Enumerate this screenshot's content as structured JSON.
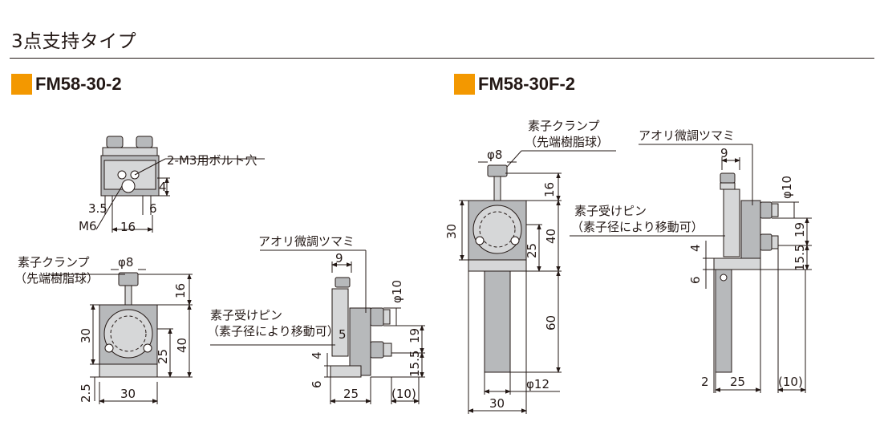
{
  "page_title": "3点支持タイプ",
  "accent_color": "#f39800",
  "line_color": "#231815",
  "body_color": "#b7b9bb",
  "models": [
    {
      "heading": "FM58-30-2",
      "labels": {
        "mount_holes": "2-M3用ボルト穴",
        "screw": "M6",
        "clamp_line1": "素子クランプ",
        "clamp_line2": "（先端樹脂球）",
        "adjust": "アオリ微調ツマミ",
        "pin_line1": "素子受けピン",
        "pin_line2": "（素子径により移動可）"
      },
      "dims": {
        "d_3_5": "3.5",
        "d_6": "6",
        "d_16_base": "16",
        "d_4_top": "4",
        "phi8": "φ8",
        "d_16": "16",
        "d_30_h": "30",
        "d_25": "25",
        "d_40": "40",
        "d_2_5": "2.5",
        "d_30_w": "30",
        "d_9": "9",
        "phi10": "φ10",
        "d_5": "5",
        "d_19": "19",
        "d_4": "4",
        "d_15_5": "15.5",
        "d_6_side": "6",
        "d_25_side": "25",
        "d_10": "(10)"
      }
    },
    {
      "heading": "FM58-30F-2",
      "labels": {
        "clamp_line1": "素子クランプ",
        "clamp_line2": "（先端樹脂球）",
        "adjust": "アオリ微調ツマミ",
        "pin_line1": "素子受けピン",
        "pin_line2": "（素子径により移動可）"
      },
      "dims": {
        "phi8": "φ8",
        "d_16": "16",
        "d_30_h": "30",
        "d_40": "40",
        "d_25": "25",
        "d_60": "60",
        "phi12": "φ12",
        "d_30_w": "30",
        "d_9": "9",
        "phi10": "φ10",
        "d_19": "19",
        "d_4": "4",
        "d_15_5": "15.5",
        "d_6": "6",
        "d_2": "2",
        "d_25_side": "25",
        "d_10": "(10)"
      }
    }
  ]
}
